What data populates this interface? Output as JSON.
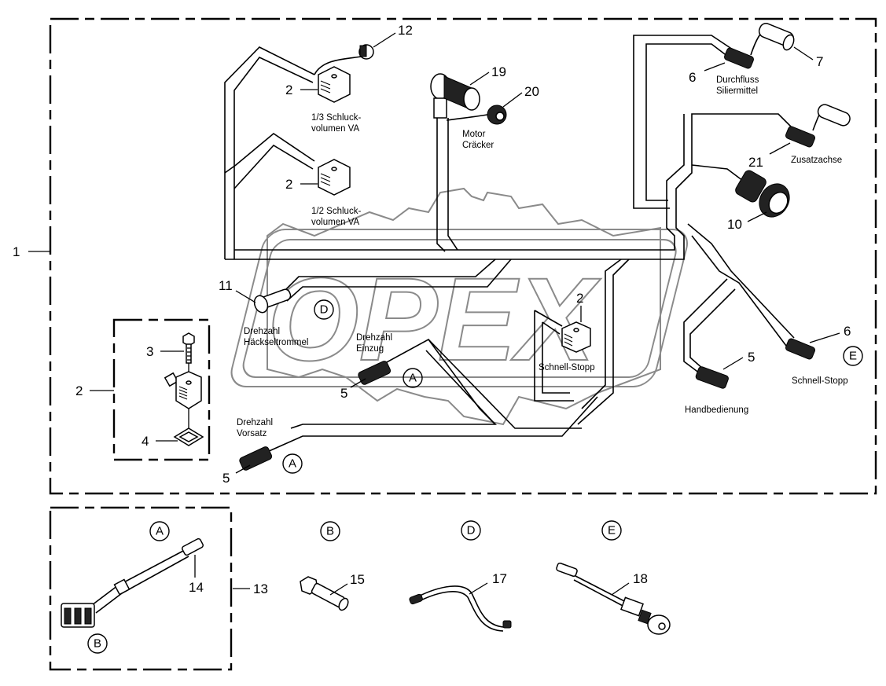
{
  "diagram": {
    "title": "Wiring harness exploded parts view",
    "watermark": "OPEX",
    "callouts": {
      "c1": "1",
      "c2a": "2",
      "c2b": "2",
      "c2c": "2",
      "c2d": "2",
      "c3": "3",
      "c4": "4",
      "c5a": "5",
      "c5b": "5",
      "c5c": "5",
      "c6a": "6",
      "c6b": "6",
      "c7": "7",
      "c10": "10",
      "c11": "11",
      "c12": "12",
      "c13": "13",
      "c14": "14",
      "c15": "15",
      "c17": "17",
      "c18": "18",
      "c19": "19",
      "c20": "20",
      "c21": "21"
    },
    "captions": {
      "schluck13_l1": "1/3 Schluck-",
      "schluck13_l2": "volumen VA",
      "schluck12_l1": "1/2 Schluck-",
      "schluck12_l2": "volumen VA",
      "motor_l1": "Motor",
      "motor_l2": "Cräcker",
      "durchfluss_l1": "Durchfluss",
      "durchfluss_l2": "Siliermittel",
      "zusatzachse": "Zusatzachse",
      "haecksel_l1": "Drehzahl",
      "haecksel_l2": "Häckseltrommel",
      "einzug_l1": "Drehzahl",
      "einzug_l2": "Einzug",
      "vorsatz_l1": "Drehzahl",
      "vorsatz_l2": "Vorsatz",
      "schnellstopp_center": "Schnell-Stopp",
      "schnellstopp_right": "Schnell-Stopp",
      "handbedienung": "Handbedienung"
    },
    "refs": {
      "d_main": "D",
      "a_einzug": "A",
      "a_vorsatz": "A",
      "e_main": "E",
      "a_detail": "A",
      "b_detail13": "B",
      "b_detail": "B",
      "d_detail": "D",
      "e_detail": "E"
    }
  }
}
